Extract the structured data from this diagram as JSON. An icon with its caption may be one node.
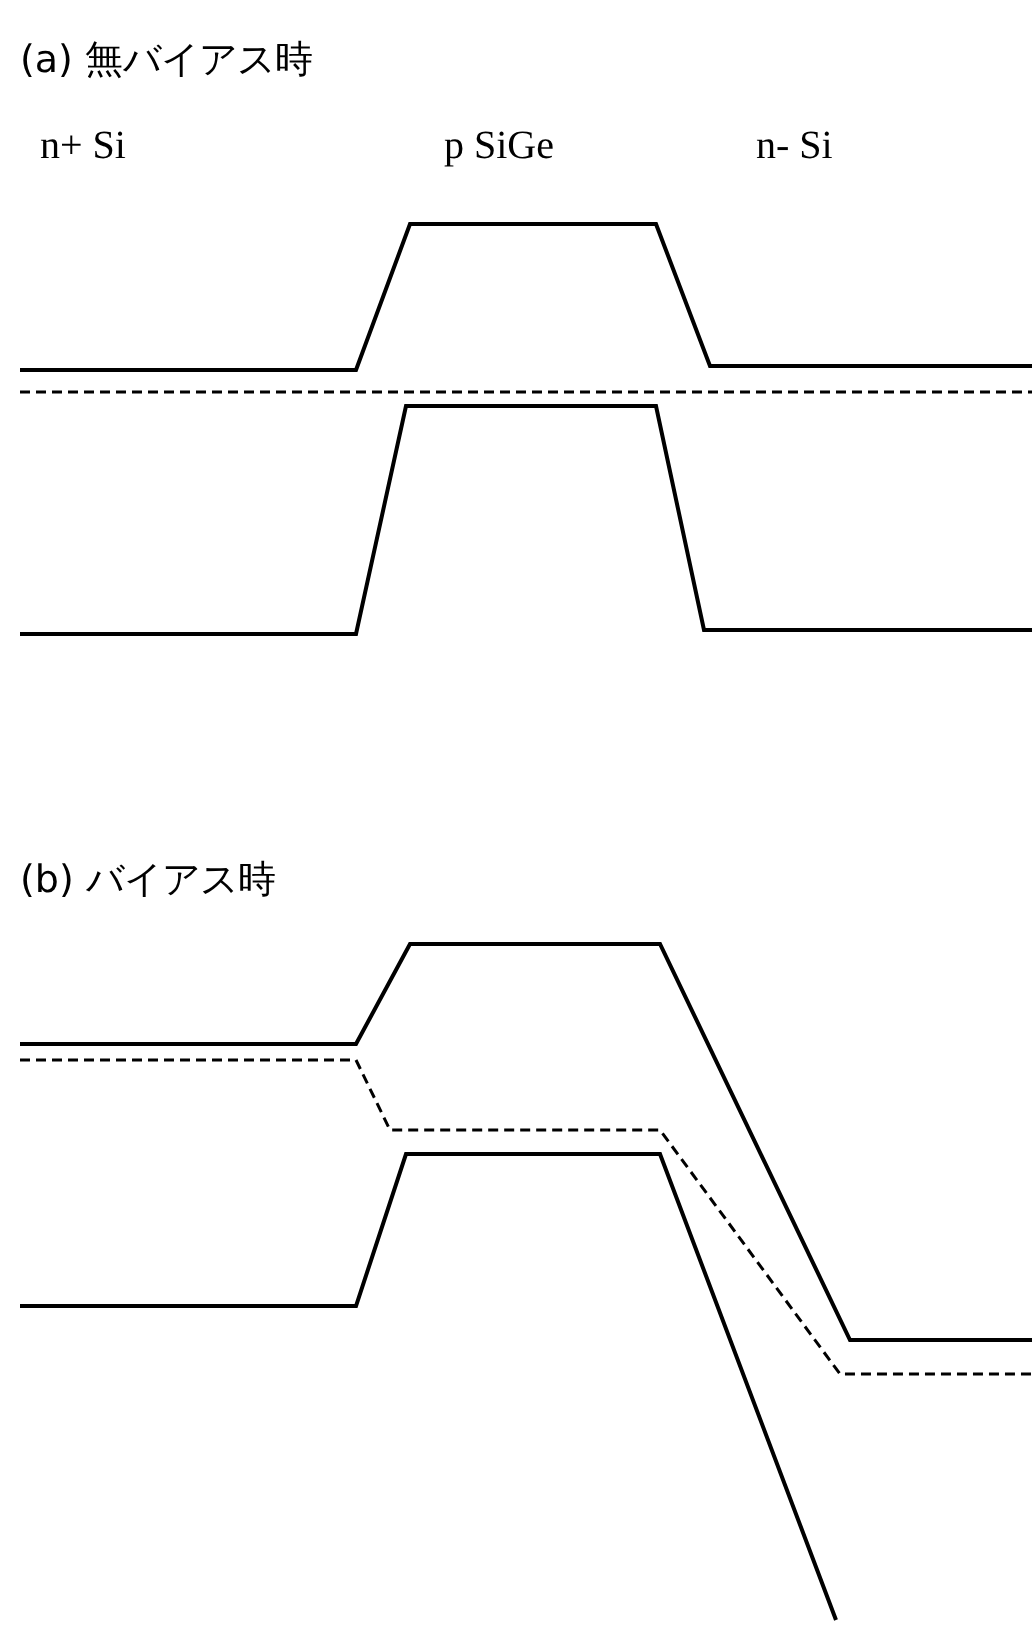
{
  "diagram": {
    "labels": [
      "(a) 無バイアス時",
      "n+ Si",
      "p SiGe",
      "n- Si",
      "(b) バイアス時"
    ]
  }
}
